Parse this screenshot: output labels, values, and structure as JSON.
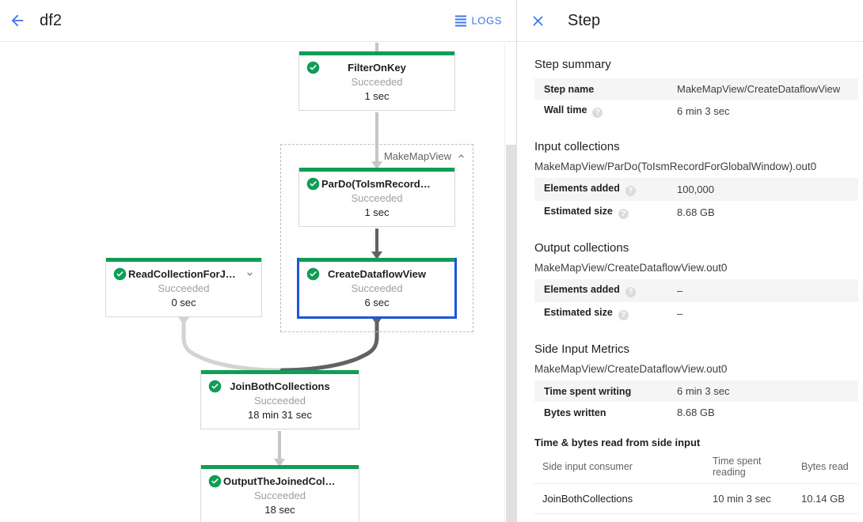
{
  "topbar": {
    "back_icon": "arrow-left-icon",
    "job_name": "df2",
    "logs_label": "LOGS",
    "logs_icon": "logs-list-icon",
    "accent": "#3b78e7"
  },
  "graph": {
    "group": {
      "label": "MakeMapView",
      "collapse_icon": "chevron-up-icon"
    },
    "nodes": [
      {
        "id": "filteronkey",
        "title": "FilterOnKey",
        "status": "Succeeded",
        "time": "1 sec",
        "state_color": "#0f9d58",
        "selected": false,
        "has_chevron": false
      },
      {
        "id": "pardo",
        "title": "ParDo(ToIsmRecordFor…)",
        "status": "Succeeded",
        "time": "1 sec",
        "state_color": "#0f9d58",
        "selected": false,
        "has_chevron": false
      },
      {
        "id": "createdataflow",
        "title": "CreateDataflowView",
        "status": "Succeeded",
        "time": "6 sec",
        "state_color": "#0f9d58",
        "selected": true,
        "has_chevron": false
      },
      {
        "id": "readcollection",
        "title": "ReadCollectionForJoin",
        "status": "Succeeded",
        "time": "0 sec",
        "state_color": "#0f9d58",
        "selected": false,
        "has_chevron": true
      },
      {
        "id": "joinboth",
        "title": "JoinBothCollections",
        "status": "Succeeded",
        "time": "18 min 31 sec",
        "state_color": "#0f9d58",
        "selected": false,
        "has_chevron": false
      },
      {
        "id": "output",
        "title": "OutputTheJoinedCollec…",
        "status": "Succeeded",
        "time": "18 sec",
        "state_color": "#0f9d58",
        "selected": false,
        "has_chevron": false
      }
    ]
  },
  "side_panel": {
    "close_icon": "close-icon",
    "title": "Step",
    "step_summary": {
      "heading": "Step summary",
      "rows": [
        {
          "key": "Step name",
          "value": "MakeMapView/CreateDataflowView",
          "help": false
        },
        {
          "key": "Wall time",
          "value": "6 min 3 sec",
          "help": true
        }
      ]
    },
    "input_collections": {
      "heading": "Input collections",
      "collection": "MakeMapView/ParDo(ToIsmRecordForGlobalWindow).out0",
      "rows": [
        {
          "key": "Elements added",
          "value": "100,000",
          "help": true
        },
        {
          "key": "Estimated size",
          "value": "8.68 GB",
          "help": true
        }
      ]
    },
    "output_collections": {
      "heading": "Output collections",
      "collection": "MakeMapView/CreateDataflowView.out0",
      "rows": [
        {
          "key": "Elements added",
          "value": "–",
          "help": true
        },
        {
          "key": "Estimated size",
          "value": "–",
          "help": true
        }
      ]
    },
    "side_input_metrics": {
      "heading": "Side Input Metrics",
      "collection": "MakeMapView/CreateDataflowView.out0",
      "rows": [
        {
          "key": "Time spent writing",
          "value": "6 min 3 sec",
          "help": false
        },
        {
          "key": "Bytes written",
          "value": "8.68 GB",
          "help": false
        }
      ]
    },
    "side_input_table": {
      "heading": "Time & bytes read from side input",
      "columns": [
        "Side input consumer",
        "Time spent reading",
        "Bytes read"
      ],
      "rows": [
        {
          "consumer": "JoinBothCollections",
          "time_spent_reading": "10 min 3 sec",
          "bytes_read": "10.14 GB"
        }
      ]
    }
  }
}
